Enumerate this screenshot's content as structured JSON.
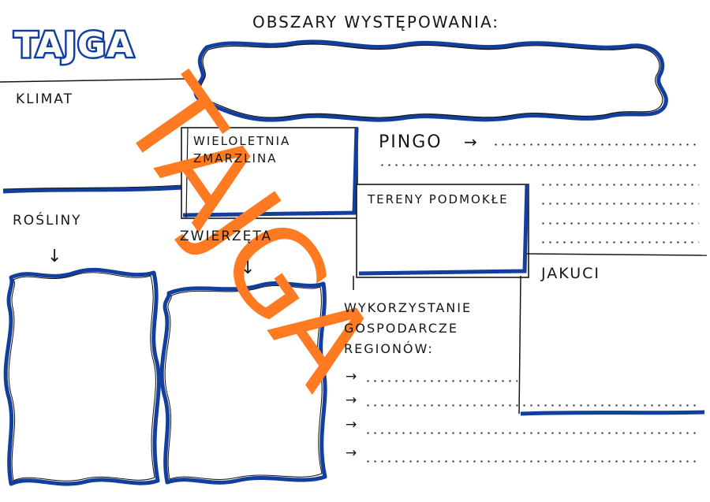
{
  "logo": {
    "text": "TAJGA"
  },
  "watermark": {
    "text": "TAJGA",
    "color": "#ff7a20"
  },
  "colors": {
    "accent": "#123f9e",
    "ink": "#161616"
  },
  "areas": {
    "title": "OBSZARY WYSTĘPOWANIA:"
  },
  "climate": {
    "label": "KLIMAT"
  },
  "permafrost": {
    "label": "WIELOLETNIA ZMARZLINA"
  },
  "pingo": {
    "label": "PINGO",
    "arrow": "→"
  },
  "wetlands": {
    "label": "TERENY PODMOKŁE"
  },
  "yakuts": {
    "label": "JAKUCI"
  },
  "plants": {
    "label": "ROŚLINY",
    "arrow": "↓"
  },
  "animals": {
    "label": "ZWIERZĘTA",
    "arrow": "↓"
  },
  "economy": {
    "label": "WYKORZYSTANIE GOSPODARCZE REGIONÓW:",
    "bullets": [
      "→",
      "→",
      "→",
      "→"
    ]
  }
}
